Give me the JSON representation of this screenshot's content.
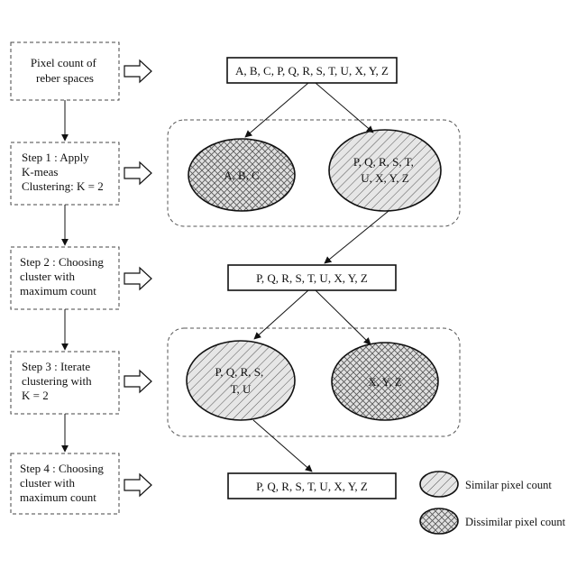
{
  "steps": [
    {
      "lines": [
        "Pixel count of",
        "reber spaces"
      ]
    },
    {
      "lines": [
        "Step 1 : Apply",
        "K-meas",
        "Clustering: K = 2"
      ]
    },
    {
      "lines": [
        "Step 2 : Choosing",
        "cluster with",
        "maximum count"
      ]
    },
    {
      "lines": [
        "Step 3 : Iterate",
        "clustering with",
        "K = 2"
      ]
    },
    {
      "lines": [
        "Step 4 : Choosing",
        "cluster with",
        "maximum count"
      ]
    }
  ],
  "sets": {
    "all": "A, B, C, P, Q, R, S, T, U, X, Y, Z",
    "step2": "P, Q, R, S, T, U, X, Y, Z",
    "step4": "P, Q, R, S, T, U, X, Y, Z"
  },
  "clusters": {
    "c1_left": {
      "lines": [
        "A, B, C"
      ],
      "pattern": "dissimilar"
    },
    "c1_right": {
      "lines": [
        "P, Q, R, S, T,",
        "U, X, Y, Z"
      ],
      "pattern": "similar"
    },
    "c2_left": {
      "lines": [
        "P, Q, R, S,",
        "T, U"
      ],
      "pattern": "similar"
    },
    "c2_right": {
      "lines": [
        "X, Y, Z"
      ],
      "pattern": "dissimilar"
    }
  },
  "legend": [
    {
      "label": "Similar pixel count",
      "pattern": "similar"
    },
    {
      "label": "Dissimilar pixel count",
      "pattern": "dissimilar"
    }
  ],
  "colors": {
    "stroke": "#111111",
    "fill": "#e4e4e4",
    "hatch": "#555555"
  }
}
